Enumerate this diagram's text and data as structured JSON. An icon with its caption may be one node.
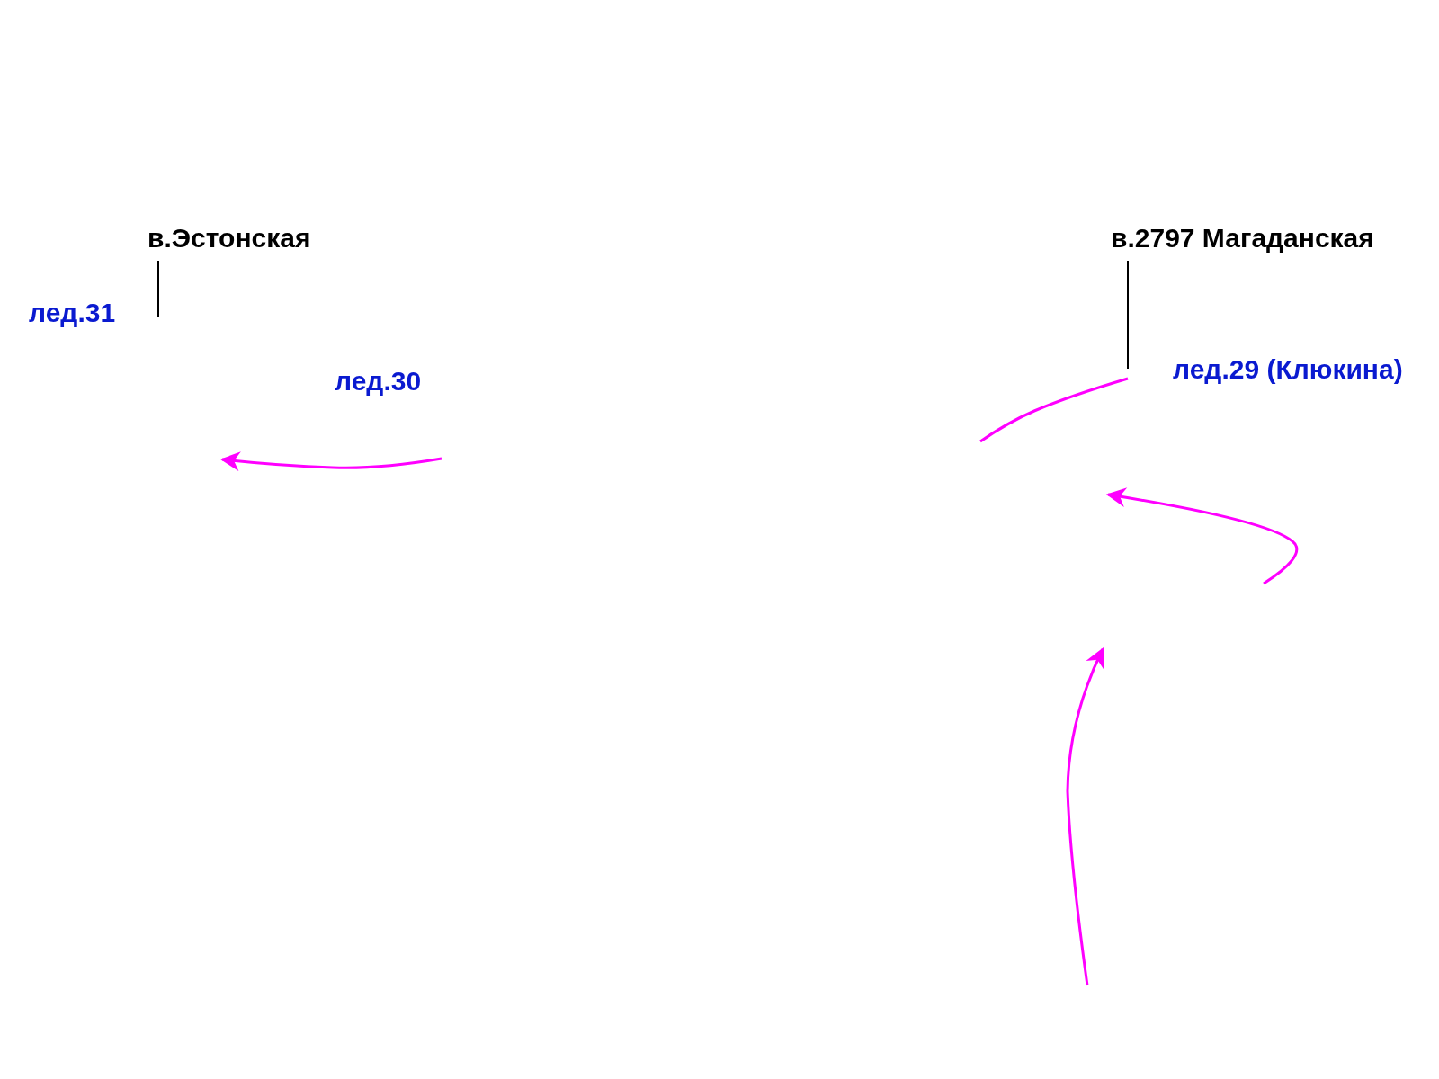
{
  "diagram": {
    "nodes": [
      {
        "text": [
          "в.Эстонская"
        ]
      },
      {
        "text": [
          "в.2797 Магаданская"
        ]
      }
    ],
    "edges": [
      {
        "from": 0,
        "to": null,
        "arrow": "none"
      },
      {
        "from": 1,
        "to": null,
        "arrow": "none"
      }
    ],
    "labels": [
      "лед.31",
      "лед.30",
      "лед.29 (Клюкина)"
    ]
  }
}
